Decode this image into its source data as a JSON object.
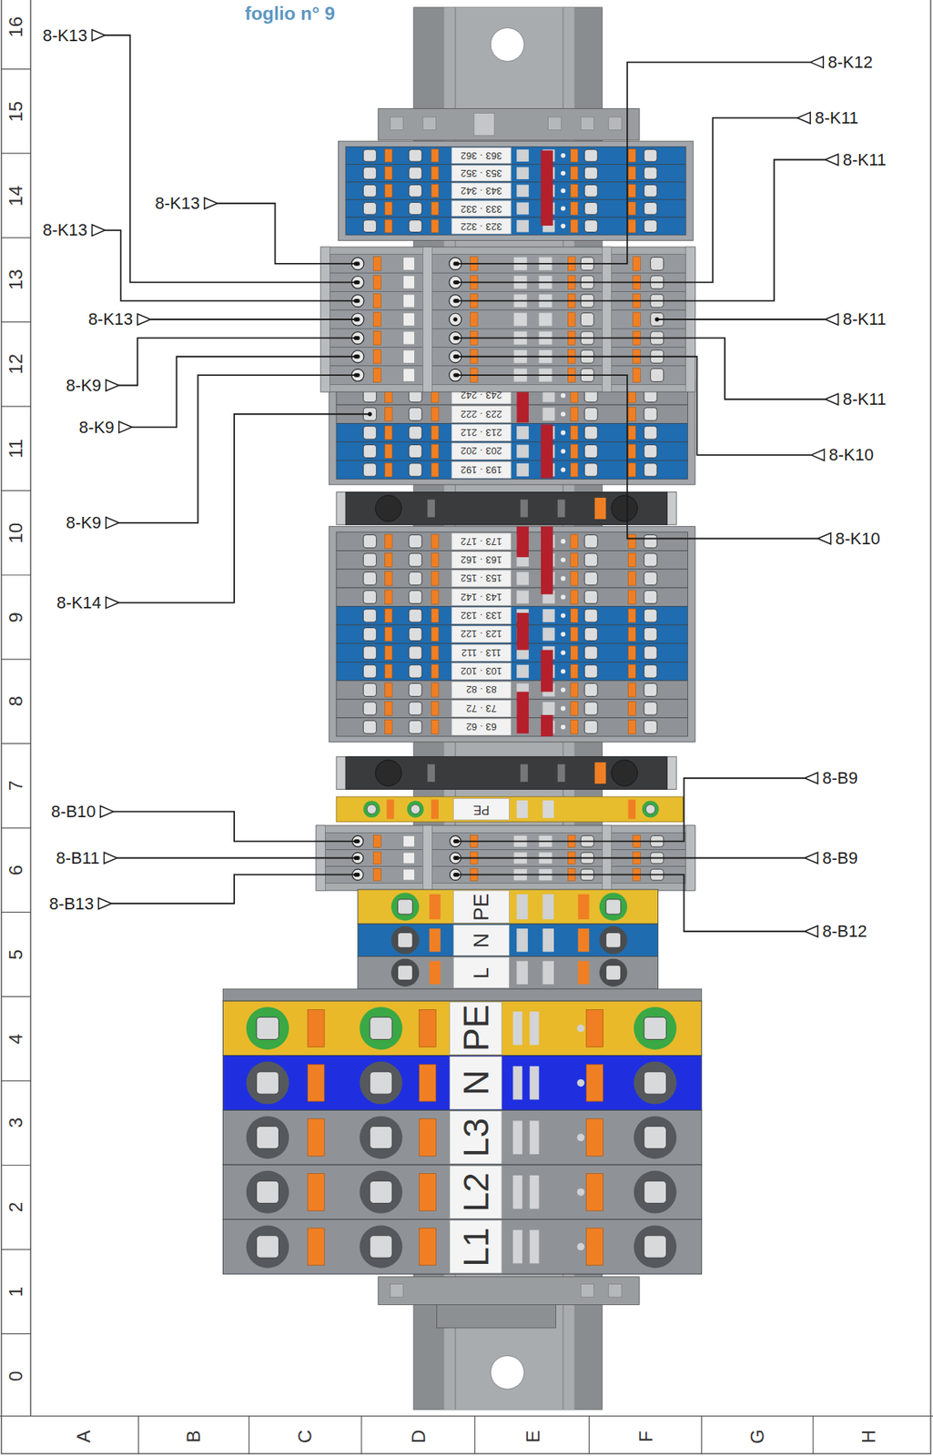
{
  "diagram": {
    "labels": [
      "foglio n° 9",
      "16",
      "15",
      "14",
      "13",
      "12",
      "11",
      "10",
      "9",
      "8",
      "7",
      "6",
      "5",
      "4",
      "3",
      "2",
      "1",
      "0",
      "A",
      "B",
      "C",
      "D",
      "E",
      "F",
      "G",
      "H",
      "8-K13",
      "8-K12",
      "8-K11",
      "8-K11",
      "8-K13",
      "8-K13",
      "8-K11",
      "8-K13",
      "8-K9",
      "8-K11",
      "8-K9",
      "8-K10",
      "8-K9",
      "8-K10",
      "8-K14",
      "8-B9",
      "8-B10",
      "8-B11",
      "8-B9",
      "8-B13",
      "8-B12",
      "363 · 362",
      "353 · 352",
      "343 · 342",
      "333 · 332",
      "323 · 322",
      "243 · 242",
      "223 · 222",
      "213 · 212",
      "203 · 202",
      "193 · 192",
      "173 · 172",
      "163 · 162",
      "153 · 152",
      "143 · 142",
      "133 · 132",
      "123 · 122",
      "113 · 112",
      "103 · 102",
      "83 · 82",
      "73 · 72",
      "63 · 62",
      "PE",
      "PE",
      "N",
      "L",
      "PE",
      "N",
      "L3",
      "L2",
      "L1"
    ]
  }
}
